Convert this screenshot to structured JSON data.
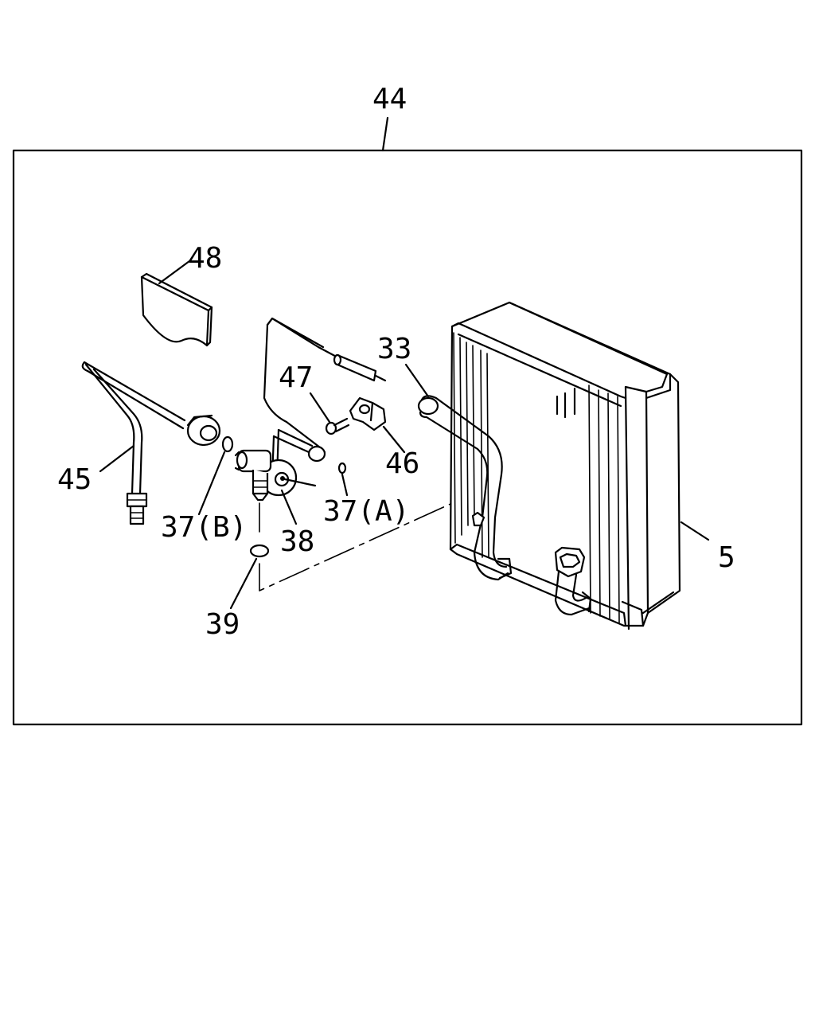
{
  "callouts": {
    "c44": "44",
    "c48": "48",
    "c33": "33",
    "c47": "47",
    "c45": "45",
    "c46": "46",
    "c37b": "37(B)",
    "c37a": "37(A)",
    "c38": "38",
    "c5": "5",
    "c39": "39"
  }
}
